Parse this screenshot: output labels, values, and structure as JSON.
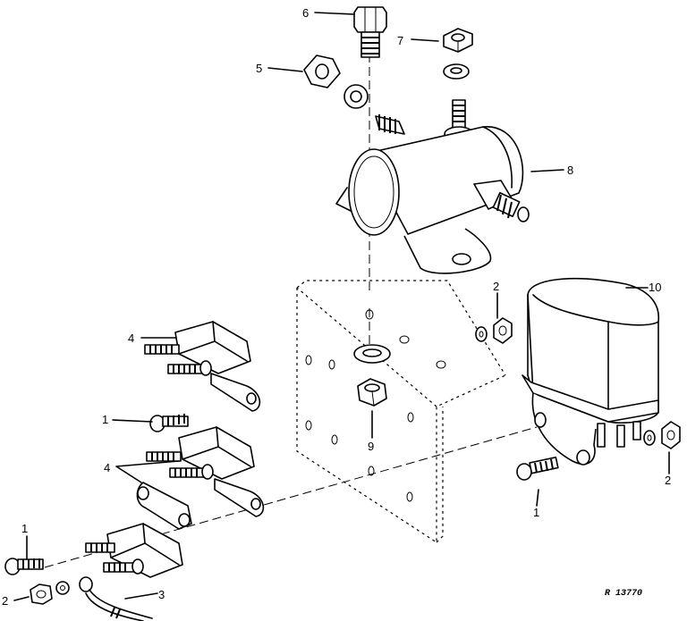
{
  "diagram": {
    "reference_code": "R 13770",
    "callouts": [
      {
        "id": "c6",
        "label": "6"
      },
      {
        "id": "c7",
        "label": "7"
      },
      {
        "id": "c5",
        "label": "5"
      },
      {
        "id": "c8",
        "label": "8"
      },
      {
        "id": "c10",
        "label": "10"
      },
      {
        "id": "c2a",
        "label": "2"
      },
      {
        "id": "c4a",
        "label": "4"
      },
      {
        "id": "c1a",
        "label": "1"
      },
      {
        "id": "c4b",
        "label": "4"
      },
      {
        "id": "c9",
        "label": "9"
      },
      {
        "id": "c2b",
        "label": "2"
      },
      {
        "id": "c1b",
        "label": "1"
      },
      {
        "id": "c1c",
        "label": "1"
      },
      {
        "id": "c2c",
        "label": "2"
      },
      {
        "id": "c3",
        "label": "3"
      }
    ]
  }
}
